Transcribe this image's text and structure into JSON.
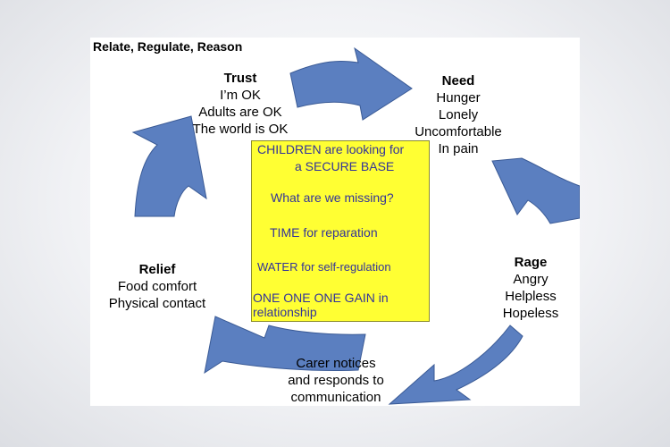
{
  "slide_title": "Relate, Regulate, Reason",
  "colors": {
    "arrow_fill": "#5b7fc0",
    "arrow_stroke": "#3a5a95",
    "box_fill": "#ffff33",
    "box_text": "#333399"
  },
  "stages": {
    "trust": {
      "heading": "Trust",
      "lines": [
        "I’m OK",
        "Adults are OK",
        "The world is OK"
      ]
    },
    "need": {
      "heading": "Need",
      "lines": [
        "Hunger",
        "Lonely",
        "Uncomfortable",
        "In pain"
      ]
    },
    "rage": {
      "heading": "Rage",
      "lines": [
        "Angry",
        "Helpless",
        "Hopeless"
      ]
    },
    "carer": {
      "lines": [
        "Carer notices",
        "and responds to",
        "communication"
      ]
    },
    "relief": {
      "heading": "Relief",
      "lines": [
        "Food comfort",
        "Physical contact"
      ]
    }
  },
  "center_box": {
    "line1": "CHILDREN are looking for",
    "line2": "a SECURE BASE",
    "line3": "What are we missing?",
    "line4": "TIME for reparation",
    "line5": "WATER for self-regulation",
    "line6": "ONE ONE ONE GAIN in",
    "line7": "relationship"
  }
}
